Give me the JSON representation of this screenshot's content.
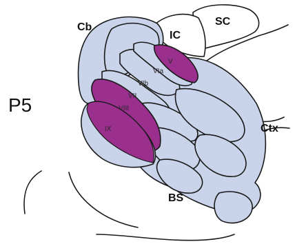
{
  "stage_label": "P5",
  "structures": {
    "cb": "Cb",
    "ic": "IC",
    "sc": "SC",
    "ctx": "Ctx",
    "bs": "BS"
  },
  "lobules": {
    "v": "V",
    "via": "VIa",
    "vib": "VIb",
    "vii": "VII",
    "viii": "VIII",
    "ix": "IX"
  },
  "colors": {
    "tissue": "#c9d3ea",
    "highlight": "#9b2f8e",
    "outline": "#1a1a1a",
    "background": "#ffffff"
  }
}
